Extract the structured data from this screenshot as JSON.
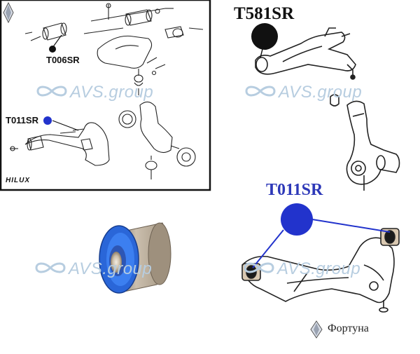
{
  "labels": {
    "upper_small": "T006SR",
    "lower_small": "T011SR",
    "upper_large": "T581SR",
    "lower_large": "T011SR",
    "model": "HILUX"
  },
  "watermark": "AVS.group",
  "brand": "Фортуна",
  "colors": {
    "blue_marker": "#2233cc",
    "blue_label": "#2d38b8",
    "black_marker": "#111111",
    "bushing_polyurethane": "#2a66d8",
    "bushing_metal": "#a89b8a",
    "watermark": "#b7cde0",
    "frame": "#111111"
  },
  "icons": [
    "brand-diamond-logo-icon",
    "infinity-watermark-icon"
  ]
}
